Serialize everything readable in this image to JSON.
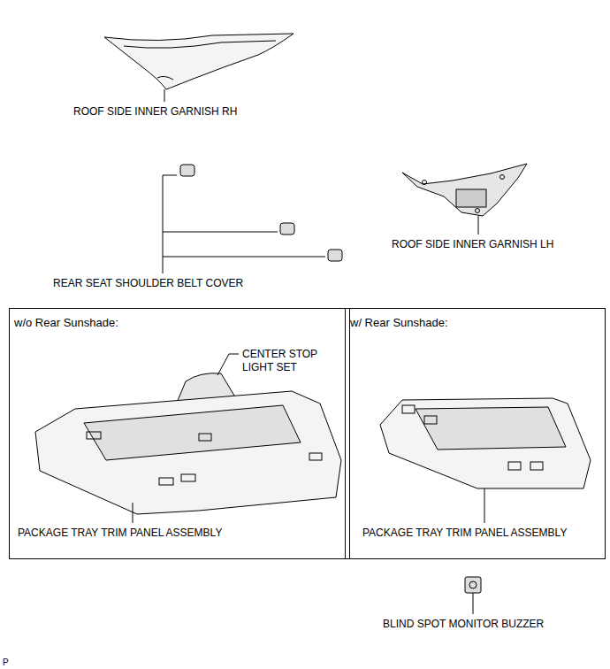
{
  "diagram": {
    "nodes": [
      {
        "text": [
          "w/o Rear Sunshade:"
        ]
      },
      {
        "text": [
          "w/ Rear Sunshade:"
        ]
      }
    ],
    "labels": [
      "ROOF SIDE INNER GARNISH RH",
      "ROOF SIDE INNER GARNISH LH",
      "REAR SEAT SHOULDER BELT COVER",
      "CENTER STOP LIGHT SET",
      "PACKAGE TRAY TRIM PANEL ASSEMBLY",
      "PACKAGE TRAY TRIM PANEL ASSEMBLY",
      "BLIND SPOT MONITOR BUZZER",
      "P"
    ]
  }
}
